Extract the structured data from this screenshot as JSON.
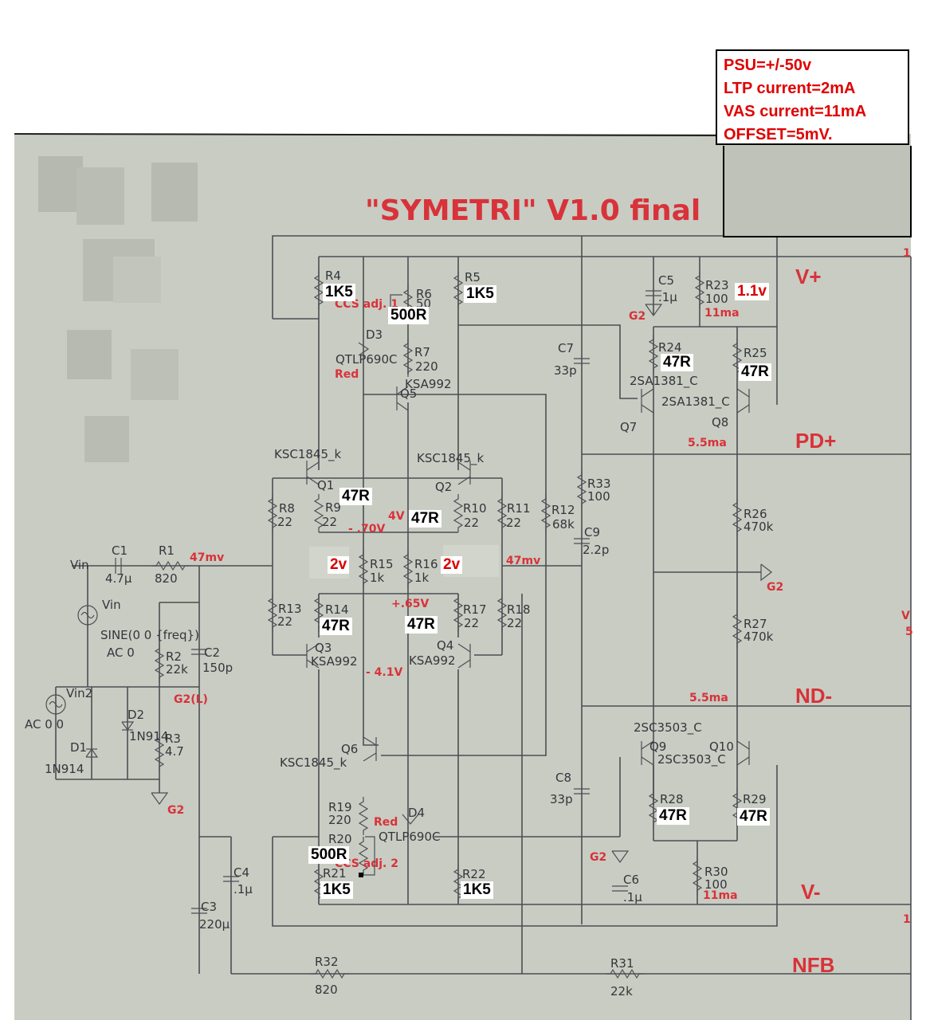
{
  "title": "\"SYMETRI\" V1.0 final",
  "notes": [
    "PSU=+/-50v",
    "LTP current=2mA",
    "VAS current=11mA",
    "OFFSET=5mV."
  ],
  "rails": {
    "vplus": "V+",
    "pdplus": "PD+",
    "ndminus": "ND-",
    "vminus": "V-",
    "nfb": "NFB"
  },
  "transistors": {
    "q1": "Q1",
    "q2": "Q2",
    "q3": "Q3",
    "q4": "Q4",
    "q5": "Q5",
    "q6": "Q6",
    "q7": "Q7",
    "q8": "Q8",
    "q9": "Q9",
    "q10": "Q10",
    "ksc1845_a": "KSC1845_k",
    "ksc1845_b": "KSC1845_k",
    "ksc1845_c": "KSC1845_k",
    "ksa992_a": "KSA992",
    "ksa992_b": "KSA992",
    "ksa992_c": "KSA992",
    "sa1381_a": "2SA1381_C",
    "sa1381_b": "2SA1381_C",
    "sc3503_a": "2SC3503_C",
    "sc3503_b": "2SC3503_C"
  },
  "parts": {
    "r4": "R4",
    "r5": "R5",
    "r6": "R6",
    "r7": "R7",
    "r7v": "220",
    "r8": "R8",
    "r8v": "22",
    "r9": "R9",
    "r9v": "22",
    "r10": "R10",
    "r10v": "22",
    "r11": "R11",
    "r11v": "22",
    "r12": "R12",
    "r12v": "68k",
    "r13": "R13",
    "r13v": "22",
    "r14": "R14",
    "r15": "R15",
    "r15v": "1k",
    "r16": "R16",
    "r16v": "1k",
    "r17": "R17",
    "r17v": "22",
    "r18": "R18",
    "r18v": "22",
    "r19": "R19",
    "r19v": "220",
    "r20": "R20",
    "r21": "R21",
    "r22": "R22",
    "r23": "R23",
    "r23v": "100",
    "r24": "R24",
    "r25": "R25",
    "r26": "R26",
    "r26v": "470k",
    "r27": "R27",
    "r27v": "470k",
    "r28": "R28",
    "r29": "R29",
    "r30": "R30",
    "r30v": "100",
    "r31": "R31",
    "r31v": "22k",
    "r32": "R32",
    "r32v": "820",
    "r33": "R33",
    "r33v": "100",
    "r1": "R1",
    "r1v": "820",
    "r2": "R2",
    "r2v": "22k",
    "r3": "R3",
    "r3v": "4.7",
    "c1": "C1",
    "c1v": "4.7µ",
    "c2": "C2",
    "c2v": "150p",
    "c3": "C3",
    "c3v": "220µ",
    "c4": "C4",
    "c4v": ".1µ",
    "c5": "C5",
    "c5v": ".1µ",
    "c6": "C6",
    "c6v": ".1µ",
    "c7": "C7",
    "c7v": "33p",
    "c8": "C8",
    "c8v": "33p",
    "c9": "C9",
    "c9v": "2.2p",
    "d1": "D1",
    "d1v": "1N914",
    "d2": "D2",
    "d2v": "1N914",
    "d3": "D3",
    "d3v": "QTLP690C",
    "d3c": "Red",
    "d4": "D4",
    "d4v": "QTLP690C",
    "d4c": "Red",
    "vin": "Vin",
    "vin_src": "Vin",
    "vin_sine": "SINE(0 0 {freq})",
    "vin_ac": "AC 0",
    "vin2": "Vin2",
    "vin2_ac": "AC 0  0",
    "g2": "G2",
    "g2l": "G2(L)",
    "ccs1": "CCS adj. 1",
    "ccs2": "CCS adj. 2",
    "r6partial": "50"
  },
  "annotations": {
    "v47mv_a": "47mv",
    "v47mv_b": "47mv",
    "vm70": "- .70V",
    "v4": "4V",
    "v65": "+.65V",
    "vm41": "- 4.1V",
    "i55_a": "5.5ma",
    "i55_b": "5.5ma",
    "i11_a": "11ma",
    "i11_b": "11ma",
    "right_v": "V",
    "right_5": "5",
    "right_1a": "1",
    "right_1b": "1"
  },
  "overlays": {
    "r4": "1K5",
    "r5": "1K5",
    "r21": "1K5",
    "r22": "1K5",
    "r6": "500R",
    "r20": "500R",
    "r9": "47R",
    "r10": "47R",
    "r14": "47R",
    "r17": "47R",
    "r24": "47R",
    "r25": "47R",
    "r28": "47R",
    "r29": "47R",
    "v2_left": "2v",
    "v2_right": "2v",
    "v11": "1.1v"
  }
}
